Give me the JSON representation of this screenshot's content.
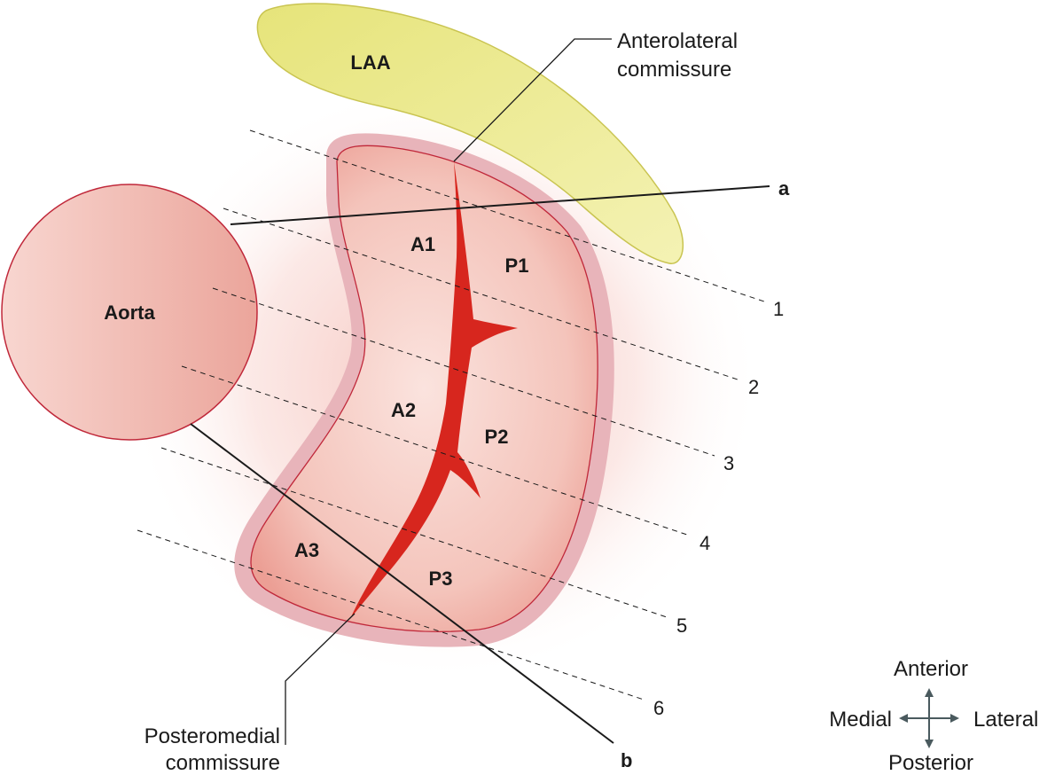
{
  "structures": {
    "laa": "LAA",
    "aorta": "Aorta"
  },
  "scallops": {
    "a1": "A1",
    "a2": "A2",
    "a3": "A3",
    "p1": "P1",
    "p2": "P2",
    "p3": "P3"
  },
  "commissures": {
    "anterolateral_line1": "Anterolateral",
    "anterolateral_line2": "commissure",
    "posteromedial_line1": "Posteromedial",
    "posteromedial_line2": "commissure"
  },
  "planes": {
    "a": "a",
    "b": "b",
    "slices": [
      "1",
      "2",
      "3",
      "4",
      "5",
      "6"
    ]
  },
  "orientation": {
    "anterior": "Anterior",
    "posterior": "Posterior",
    "medial": "Medial",
    "lateral": "Lateral"
  },
  "colors": {
    "laa_fill": "#eeec95",
    "laa_stroke": "#c9c451",
    "aorta_fill": "#f1b9b0",
    "aorta_stroke": "#c0283a",
    "valve_fill": "#f2bcb3",
    "valve_rim": "#e8b4ba",
    "coaptation": "#d7261e",
    "line": "#1a1a1a",
    "arrows": "#4a5a5e"
  }
}
